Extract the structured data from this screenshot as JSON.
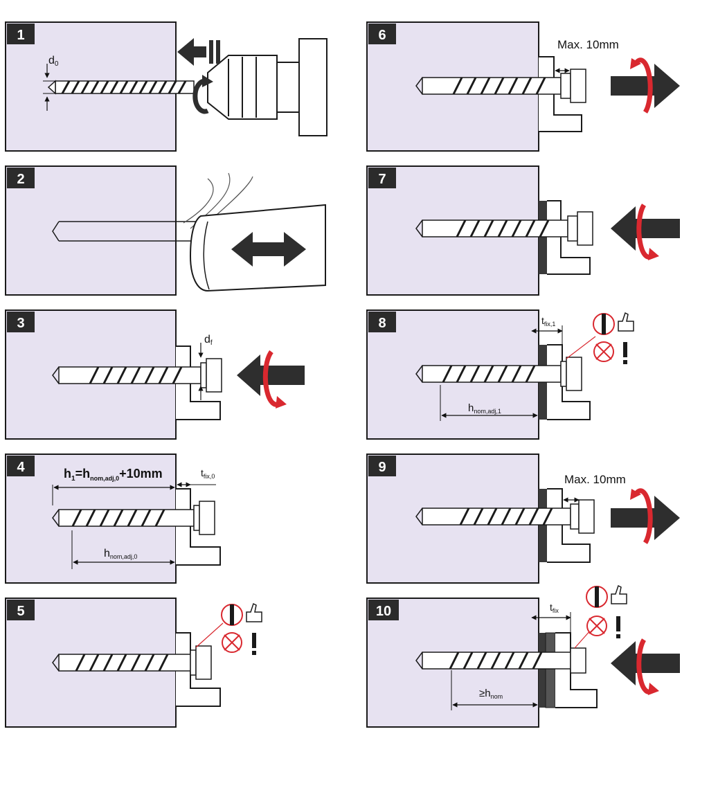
{
  "steps": [
    {
      "number": "1",
      "labels": {
        "d0": "d",
        "d0_sub": "0"
      }
    },
    {
      "number": "2"
    },
    {
      "number": "3",
      "labels": {
        "df": "d",
        "df_sub": "f"
      }
    },
    {
      "number": "4",
      "labels": {
        "h1_a": "h",
        "h1_a_sub": "1",
        "h1_b": "=h",
        "h1_b_sub": "nom,adj,0",
        "h1_c": "+10mm",
        "tfix": "t",
        "tfix_sub": "fix,0",
        "hnom": "h",
        "hnom_sub": "nom,adj,0"
      }
    },
    {
      "number": "5"
    },
    {
      "number": "6",
      "labels": {
        "max": "Max. 10mm"
      }
    },
    {
      "number": "7"
    },
    {
      "number": "8",
      "labels": {
        "tfix": "t",
        "tfix_sub": "fix,1",
        "hnom": "h",
        "hnom_sub": "nom,adj,1"
      }
    },
    {
      "number": "9",
      "labels": {
        "max": "Max. 10mm"
      }
    },
    {
      "number": "10",
      "labels": {
        "tfix": "t",
        "tfix_sub": "fix",
        "hnom": "≥h",
        "hnom_sub": "nom"
      }
    }
  ],
  "colors": {
    "panel_fill": "#e7e2f1",
    "outline": "#1a1a1a",
    "label_box": "#2b2b2b",
    "arrow": "#2e2e2e",
    "rotation": "#d9282f",
    "fixture": "#3a3a3a"
  },
  "icons": [
    "drill-icon",
    "push-arrow-icon",
    "rotation-arrow-icon",
    "brush-icon",
    "check-ok-icon",
    "crossed-warning-icon"
  ]
}
